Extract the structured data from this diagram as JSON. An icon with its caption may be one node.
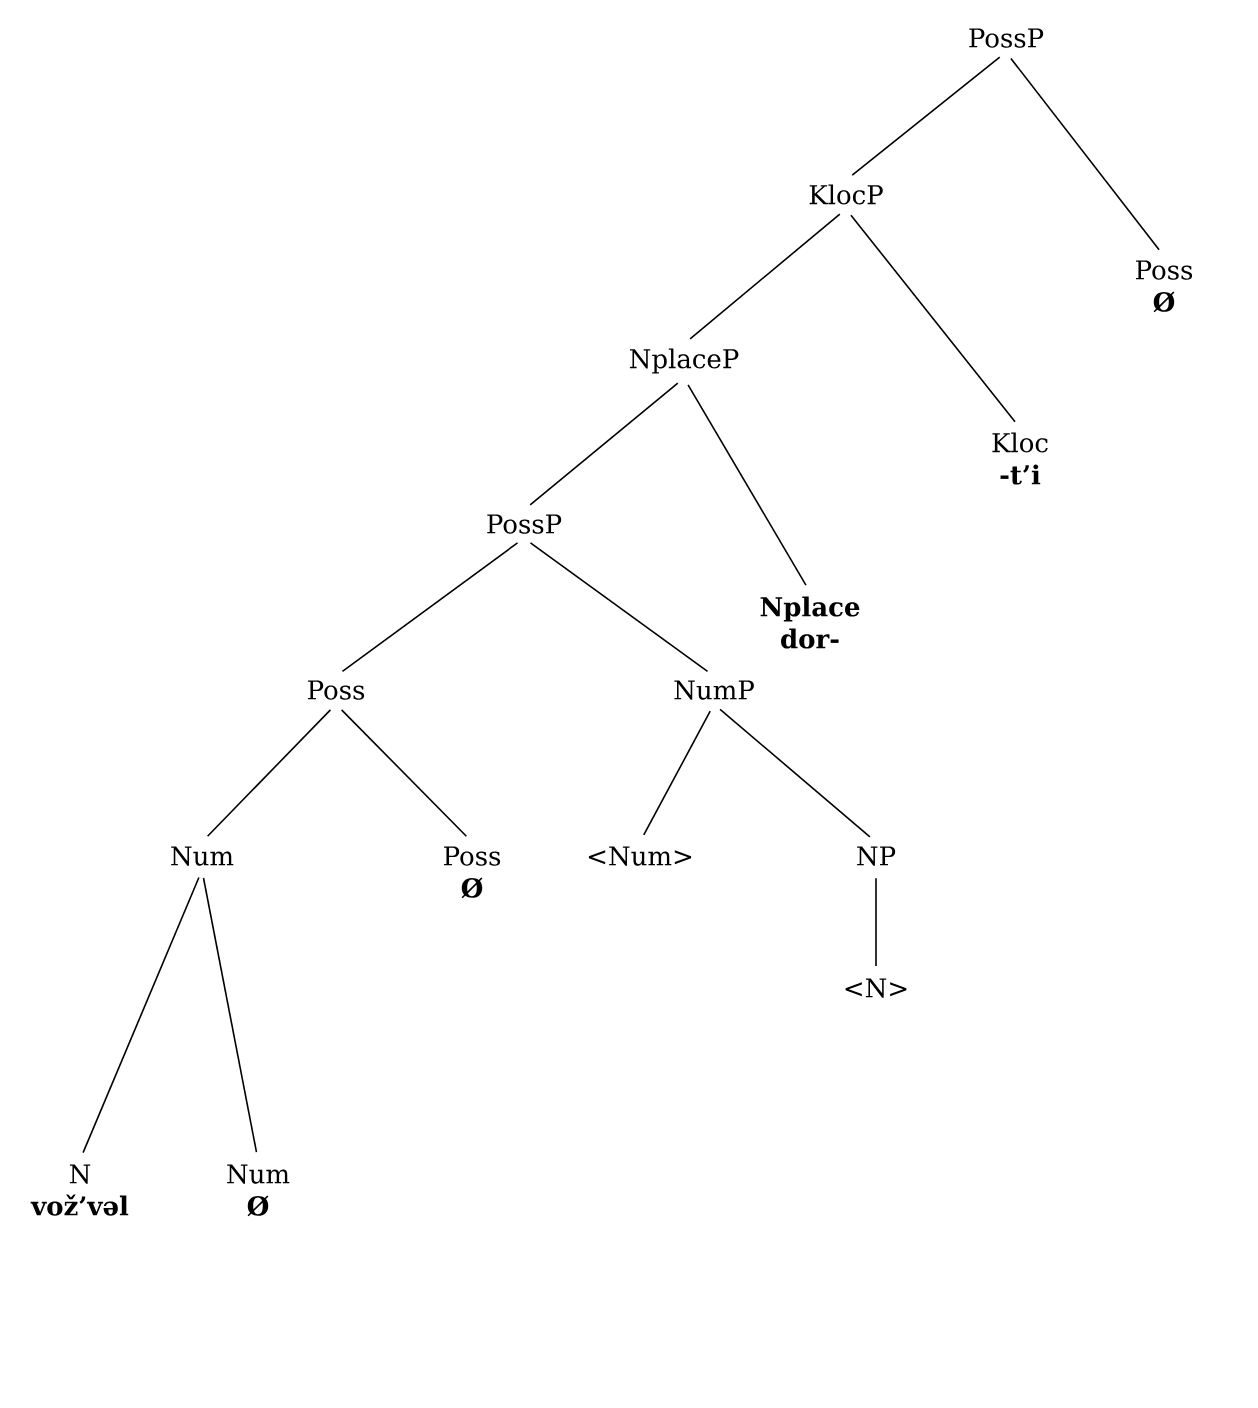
{
  "diagram": {
    "nodes": [
      {
        "text": [
          "PossP"
        ]
      },
      {
        "text": [
          "KlocP"
        ]
      },
      {
        "text": [
          "Poss",
          "Ø"
        ]
      },
      {
        "text": [
          "NplaceP"
        ]
      },
      {
        "text": [
          "Kloc",
          "-t’i"
        ]
      },
      {
        "text": [
          "PossP"
        ]
      },
      {
        "text": [
          "Nplace",
          "dor-"
        ]
      },
      {
        "text": [
          "Poss"
        ]
      },
      {
        "text": [
          "NumP"
        ]
      },
      {
        "text": [
          "Num"
        ]
      },
      {
        "text": [
          "Poss",
          "Ø"
        ]
      },
      {
        "text": [
          "<Num>"
        ]
      },
      {
        "text": [
          "NP"
        ]
      },
      {
        "text": [
          "<N>"
        ]
      },
      {
        "text": [
          "N",
          "vož’vəl"
        ]
      },
      {
        "text": [
          "Num",
          "Ø"
        ]
      }
    ],
    "edges": [
      {
        "from": 0,
        "to": 1,
        "arrow": "none"
      },
      {
        "from": 0,
        "to": 2,
        "arrow": "none"
      },
      {
        "from": 1,
        "to": 3,
        "arrow": "none"
      },
      {
        "from": 1,
        "to": 4,
        "arrow": "none"
      },
      {
        "from": 3,
        "to": 5,
        "arrow": "none"
      },
      {
        "from": 3,
        "to": 6,
        "arrow": "none"
      },
      {
        "from": 5,
        "to": 7,
        "arrow": "none"
      },
      {
        "from": 5,
        "to": 8,
        "arrow": "none"
      },
      {
        "from": 7,
        "to": 9,
        "arrow": "none"
      },
      {
        "from": 7,
        "to": 10,
        "arrow": "none"
      },
      {
        "from": 8,
        "to": 11,
        "arrow": "none"
      },
      {
        "from": 8,
        "to": 12,
        "arrow": "none"
      },
      {
        "from": 12,
        "to": 13,
        "arrow": "none"
      },
      {
        "from": 9,
        "to": 14,
        "arrow": "none"
      },
      {
        "from": 9,
        "to": 15,
        "arrow": "none"
      }
    ]
  }
}
